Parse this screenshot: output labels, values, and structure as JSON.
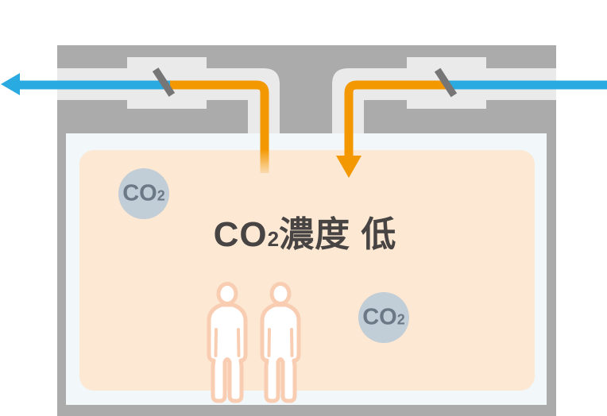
{
  "diagram": {
    "title": {
      "prefix": "CO",
      "sub": "2",
      "suffix": "濃度 低"
    },
    "bubbles": [
      {
        "prefix": "CO",
        "sub": "2"
      },
      {
        "prefix": "CO",
        "sub": "2"
      }
    ]
  },
  "colors": {
    "background": "#ffffff",
    "wall": "#ababab",
    "duct": "#eaeaea",
    "lining": "#f2f7fa",
    "room": "#fce8d3",
    "orange": "#f39800",
    "blue": "#29abe2",
    "damper": "#767676",
    "bubble_fill": "#c1cdd7",
    "bubble_text": "#6b7987",
    "title_text": "#474443",
    "person_fill": "#ffffff",
    "person_outline": "#f9cdb2"
  }
}
